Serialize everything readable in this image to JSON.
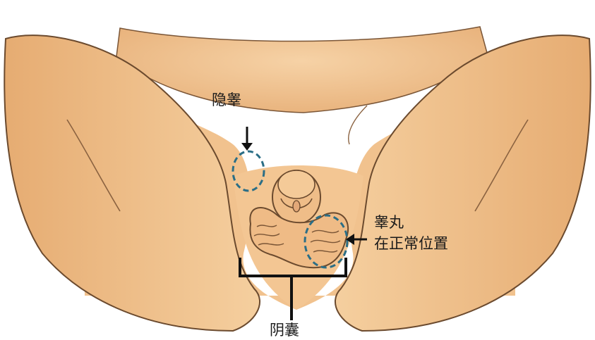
{
  "labels": {
    "undescended_testis": "隐睾",
    "normal_testis_line1": "睾丸",
    "normal_testis_line2": "在正常位置",
    "scrotum": "阴囊"
  },
  "colors": {
    "skin": "#f2c896",
    "skin_shadow": "#d9a36e",
    "outline": "#6b4a2e",
    "marker_ring": "#2b6e86",
    "annotation": "#111111"
  }
}
